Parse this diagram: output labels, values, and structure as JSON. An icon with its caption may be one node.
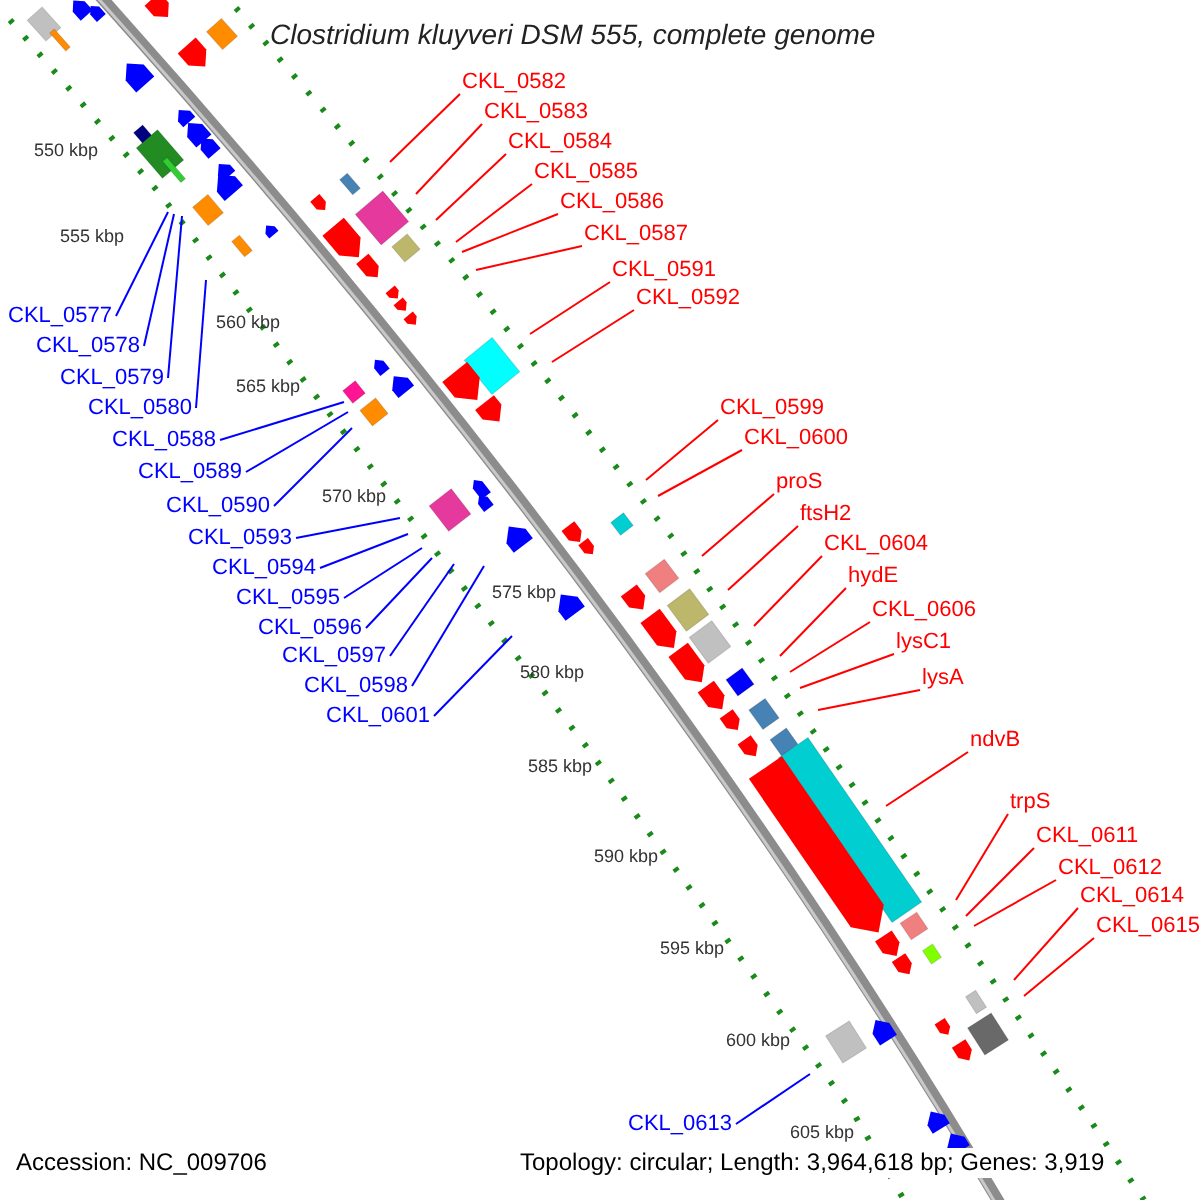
{
  "diagram": {
    "title": "Clostridium kluyveri DSM 555, complete genome",
    "nodes": [
      {
        "text": [
          "CKL_0582"
        ]
      },
      {
        "text": [
          "CKL_0583"
        ]
      },
      {
        "text": [
          "CKL_0584"
        ]
      },
      {
        "text": [
          "CKL_0585"
        ]
      },
      {
        "text": [
          "CKL_0586"
        ]
      },
      {
        "text": [
          "CKL_0587"
        ]
      },
      {
        "text": [
          "CKL_0591"
        ]
      },
      {
        "text": [
          "CKL_0592"
        ]
      },
      {
        "text": [
          "CKL_0599"
        ]
      },
      {
        "text": [
          "CKL_0600"
        ]
      },
      {
        "text": [
          "proS"
        ]
      },
      {
        "text": [
          "ftsH2"
        ]
      },
      {
        "text": [
          "CKL_0604"
        ]
      },
      {
        "text": [
          "hydE"
        ]
      },
      {
        "text": [
          "CKL_0606"
        ]
      },
      {
        "text": [
          "lysC1"
        ]
      },
      {
        "text": [
          "lysA"
        ]
      },
      {
        "text": [
          "ndvB"
        ]
      },
      {
        "text": [
          "trpS"
        ]
      },
      {
        "text": [
          "CKL_0611"
        ]
      },
      {
        "text": [
          "CKL_0612"
        ]
      },
      {
        "text": [
          "CKL_0614"
        ]
      },
      {
        "text": [
          "CKL_0615"
        ]
      },
      {
        "text": [
          "CKL_0577"
        ]
      },
      {
        "text": [
          "CKL_0578"
        ]
      },
      {
        "text": [
          "CKL_0579"
        ]
      },
      {
        "text": [
          "CKL_0580"
        ]
      },
      {
        "text": [
          "CKL_0588"
        ]
      },
      {
        "text": [
          "CKL_0589"
        ]
      },
      {
        "text": [
          "CKL_0590"
        ]
      },
      {
        "text": [
          "CKL_0593"
        ]
      },
      {
        "text": [
          "CKL_0594"
        ]
      },
      {
        "text": [
          "CKL_0595"
        ]
      },
      {
        "text": [
          "CKL_0596"
        ]
      },
      {
        "text": [
          "CKL_0597"
        ]
      },
      {
        "text": [
          "CKL_0598"
        ]
      },
      {
        "text": [
          "CKL_0601"
        ]
      },
      {
        "text": [
          "CKL_0613"
        ]
      }
    ],
    "edges": [
      {
        "from": 0,
        "to": null,
        "arrow": "none"
      },
      {
        "from": 1,
        "to": null,
        "arrow": "none"
      },
      {
        "from": 2,
        "to": null,
        "arrow": "none"
      },
      {
        "from": 3,
        "to": null,
        "arrow": "none"
      },
      {
        "from": 4,
        "to": null,
        "arrow": "none"
      },
      {
        "from": 5,
        "to": null,
        "arrow": "none"
      },
      {
        "from": 6,
        "to": null,
        "arrow": "none"
      },
      {
        "from": 7,
        "to": null,
        "arrow": "none"
      },
      {
        "from": 8,
        "to": null,
        "arrow": "none"
      },
      {
        "from": 9,
        "to": null,
        "arrow": "none"
      },
      {
        "from": 10,
        "to": null,
        "arrow": "none"
      },
      {
        "from": 11,
        "to": null,
        "arrow": "none"
      },
      {
        "from": 12,
        "to": null,
        "arrow": "none"
      },
      {
        "from": 13,
        "to": null,
        "arrow": "none"
      },
      {
        "from": 14,
        "to": null,
        "arrow": "none"
      },
      {
        "from": 15,
        "to": null,
        "arrow": "none"
      },
      {
        "from": 16,
        "to": null,
        "arrow": "none"
      },
      {
        "from": 17,
        "to": null,
        "arrow": "none"
      },
      {
        "from": 18,
        "to": null,
        "arrow": "none"
      },
      {
        "from": 19,
        "to": null,
        "arrow": "none"
      },
      {
        "from": 20,
        "to": null,
        "arrow": "none"
      },
      {
        "from": 21,
        "to": null,
        "arrow": "none"
      },
      {
        "from": 22,
        "to": null,
        "arrow": "none"
      },
      {
        "from": 23,
        "to": null,
        "arrow": "none",
        "color": "#0000ff"
      },
      {
        "from": 24,
        "to": null,
        "arrow": "none",
        "color": "#0000ff"
      },
      {
        "from": 25,
        "to": null,
        "arrow": "none",
        "color": "#0000ff"
      },
      {
        "from": 26,
        "to": null,
        "arrow": "none",
        "color": "#0000ff"
      },
      {
        "from": 27,
        "to": null,
        "arrow": "none",
        "color": "#0000ff"
      },
      {
        "from": 28,
        "to": null,
        "arrow": "none",
        "color": "#0000ff"
      },
      {
        "from": 29,
        "to": null,
        "arrow": "none",
        "color": "#0000ff"
      },
      {
        "from": 30,
        "to": null,
        "arrow": "none",
        "color": "#0000ff"
      },
      {
        "from": 31,
        "to": null,
        "arrow": "none",
        "color": "#0000ff"
      },
      {
        "from": 32,
        "to": null,
        "arrow": "none",
        "color": "#0000ff"
      },
      {
        "from": 33,
        "to": null,
        "arrow": "none",
        "color": "#0000ff"
      },
      {
        "from": 34,
        "to": null,
        "arrow": "none",
        "color": "#0000ff"
      },
      {
        "from": 35,
        "to": null,
        "arrow": "none",
        "color": "#0000ff"
      },
      {
        "from": 36,
        "to": null,
        "arrow": "none",
        "color": "#0000ff"
      },
      {
        "from": 37,
        "to": null,
        "arrow": "none",
        "color": "#0000ff"
      }
    ],
    "labels": [
      "550 kbp",
      "555 kbp",
      "560 kbp",
      "565 kbp",
      "570 kbp",
      "575 kbp",
      "580 kbp",
      "585 kbp",
      "590 kbp",
      "595 kbp",
      "600 kbp",
      "605 kbp",
      "Accession: NC_009706",
      "Topology: circular; Length: 3,964,618 bp; Genes: 3,919"
    ]
  }
}
